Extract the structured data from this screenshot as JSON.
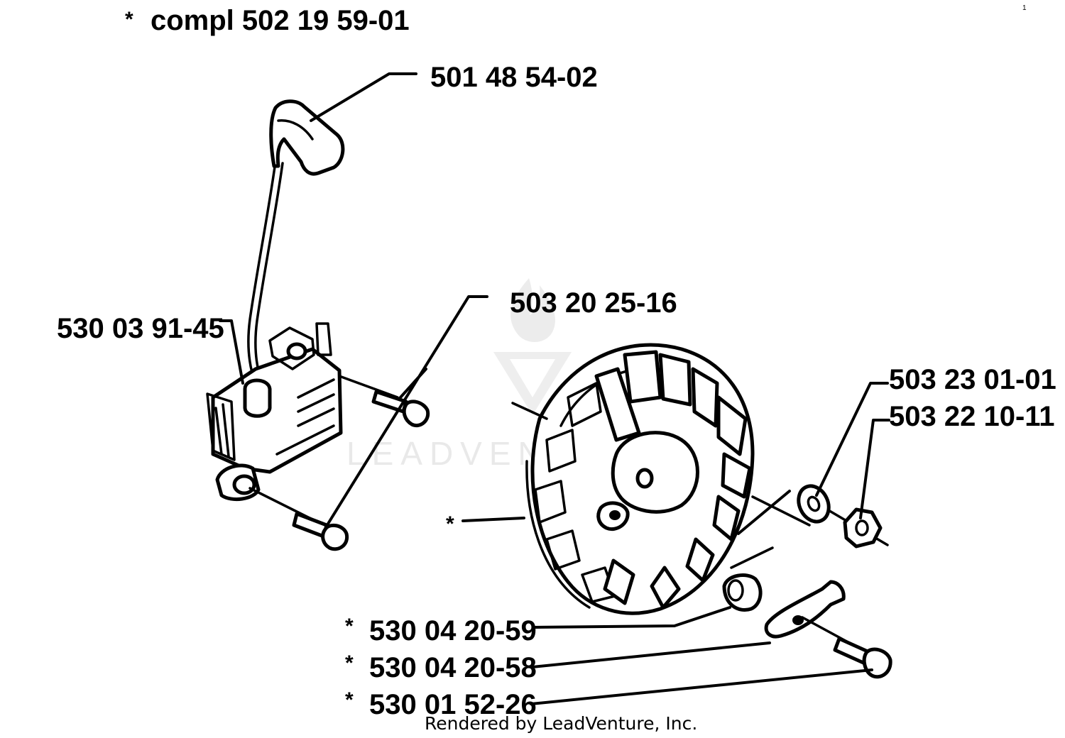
{
  "header": {
    "assembly_asterisk": "*",
    "assembly_label": "compl 502 19 59-01",
    "corner_mark": "1"
  },
  "parts": {
    "spark_plug_cap": "501 48 54-02",
    "ignition_module": "530 03 91-45",
    "module_screw": "503 20 25-16",
    "washer": "503 23 01-01",
    "flywheel_nut": "503 22 10-11",
    "flywheel_asterisk": "*",
    "spacer_asterisk": "*",
    "spacer": "530 04 20-59",
    "pawl_asterisk": "*",
    "pawl": "530 04 20-58",
    "pawl_screw_asterisk": "*",
    "pawl_screw": "530 01 52-26"
  },
  "watermark": {
    "text": "LEADVENTURE"
  },
  "footer": {
    "credit": "Rendered by LeadVenture, Inc."
  }
}
